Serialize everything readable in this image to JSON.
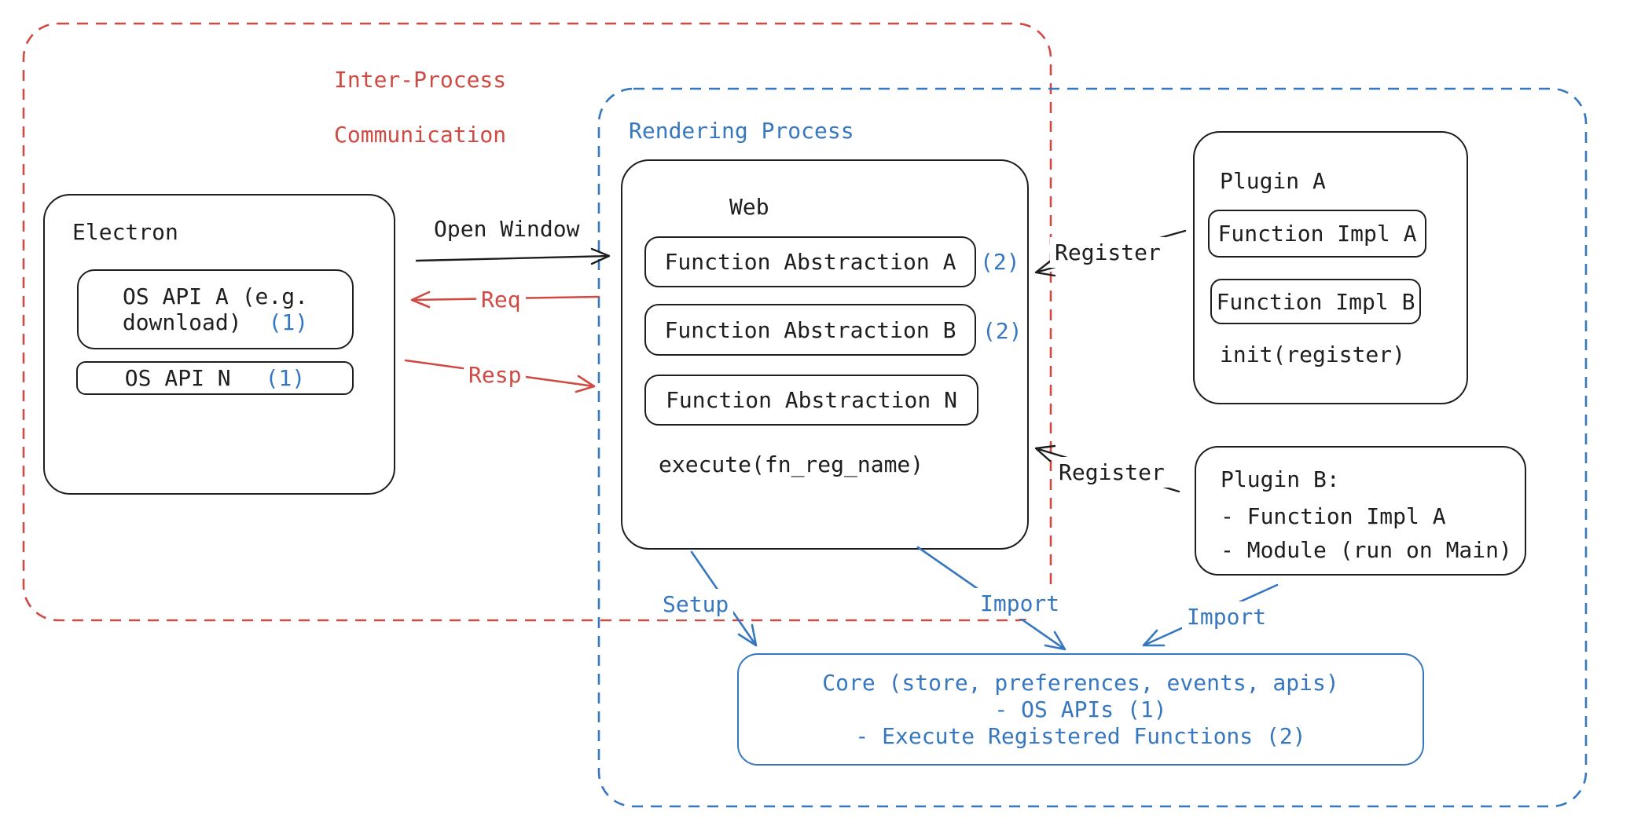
{
  "colors": {
    "red": "#cf4a42",
    "blue": "#3677c0",
    "ink": "#1e1e1e",
    "bg": "#ffffff"
  },
  "ipc_box": {
    "title_line1": "Inter-Process",
    "title_line2": "Communication"
  },
  "rendering_box": {
    "title": "Rendering Process"
  },
  "electron_box": {
    "title": "Electron",
    "os_api_a_line1": "OS API A (e.g.",
    "os_api_a_line2": "download)",
    "os_api_a_ref": "(1)",
    "os_api_n_text": "OS API N",
    "os_api_n_ref": "(1)"
  },
  "web_box": {
    "title": "Web",
    "fn_abs_a": "Function Abstraction A",
    "fn_abs_a_ref": "(2)",
    "fn_abs_b": "Function Abstraction B",
    "fn_abs_b_ref": "(2)",
    "fn_abs_n": "Function Abstraction N",
    "execute_text": "execute(fn_reg_name)"
  },
  "plugin_a_box": {
    "title": "Plugin A",
    "fn_impl_a": "Function Impl A",
    "fn_impl_b": "Function Impl B",
    "init_text": "init(register)"
  },
  "plugin_b_box": {
    "line1": "Plugin B:",
    "line2": "- Function Impl A",
    "line3": "- Module (run on Main)"
  },
  "core_box": {
    "line1": "Core (store, preferences, events, apis)",
    "line2": "- OS APIs (1)",
    "line3": "- Execute Registered Functions (2)"
  },
  "arrow_labels": {
    "open_window": "Open Window",
    "req": "Req",
    "resp": "Resp",
    "register_top": "Register",
    "register_bottom": "Register",
    "setup": "Setup",
    "import_web": "Import",
    "import_plugin": "Import"
  }
}
